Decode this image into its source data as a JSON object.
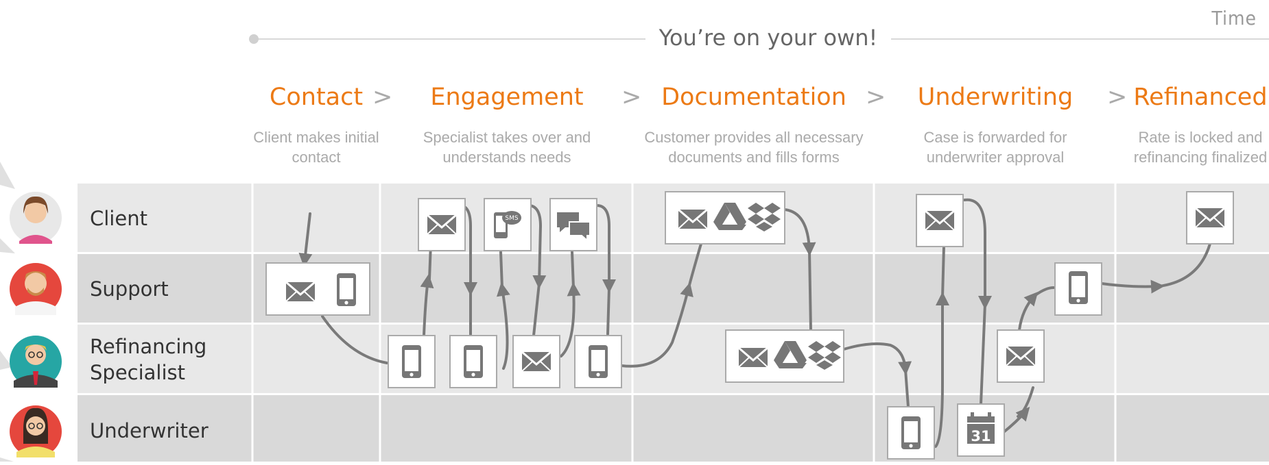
{
  "time_label": "Time",
  "banner": "You’re on your own!",
  "stages": [
    {
      "title": "Contact",
      "desc": "Client makes initial contact"
    },
    {
      "title": "Engagement",
      "desc": "Specialist takes over and understands needs"
    },
    {
      "title": "Documentation",
      "desc": "Customer provides all necessary documents and fills forms"
    },
    {
      "title": "Underwriting",
      "desc": "Case is forwarded for underwriter approval"
    },
    {
      "title": "Refinanced",
      "desc": "Rate is locked and refinancing finalized"
    }
  ],
  "stage_separator": ">",
  "roles": [
    {
      "label": "Client"
    },
    {
      "label": "Support"
    },
    {
      "label": "Refinancing Specialist"
    },
    {
      "label": "Underwriter"
    }
  ],
  "calendar_day": "31",
  "sms_badge": "SMS",
  "colors": {
    "accent": "#ec7a15",
    "lane_light": "#e8e8e8",
    "lane_dark": "#d9d9d9",
    "icon": "#777777",
    "arrow": "#7a7a7a"
  }
}
